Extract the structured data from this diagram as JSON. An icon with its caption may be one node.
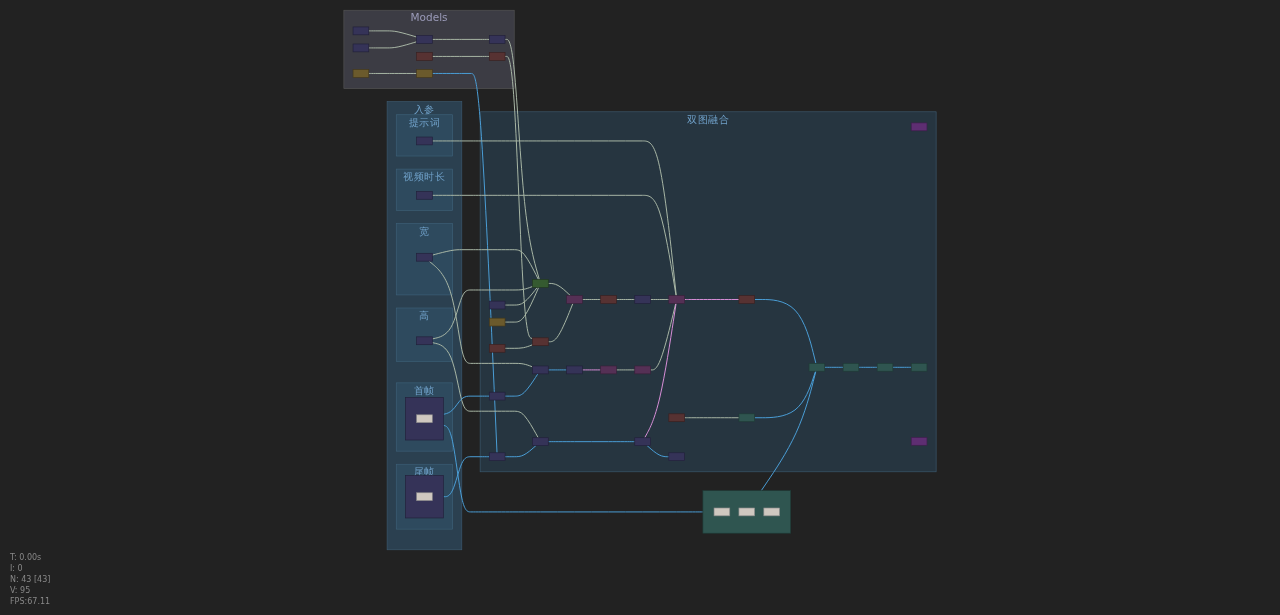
{
  "diagram": {
    "nodes": [
      {
        "text": [
          "Models"
        ]
      },
      {
        "text": [],
        "shape": "box",
        "in": 0
      },
      {
        "text": [],
        "shape": "box",
        "in": 0
      },
      {
        "text": [],
        "shape": "box",
        "in": 0
      },
      {
        "text": [],
        "shape": "box",
        "in": 0
      },
      {
        "text": [],
        "shape": "box",
        "in": 0
      },
      {
        "text": [],
        "shape": "box",
        "in": 0
      },
      {
        "text": [],
        "shape": "box",
        "in": 0
      },
      {
        "text": [],
        "shape": "box",
        "in": 0
      },
      {
        "text": [
          "入参"
        ]
      },
      {
        "text": [
          "首帧"
        ],
        "in": 9
      },
      {
        "text": [],
        "shape": "box",
        "in": 10
      },
      {
        "text": [],
        "shape": "box",
        "in": 11
      },
      {
        "text": [
          "尾帧"
        ],
        "in": 9
      },
      {
        "text": [],
        "shape": "box",
        "in": 13
      },
      {
        "text": [],
        "shape": "box",
        "in": 14
      },
      {
        "text": [
          "宽"
        ],
        "in": 9
      },
      {
        "text": [],
        "shape": "box",
        "in": 16
      },
      {
        "text": [
          "高"
        ],
        "in": 9
      },
      {
        "text": [],
        "shape": "box",
        "in": 18
      },
      {
        "text": [
          "提示词"
        ],
        "in": 9
      },
      {
        "text": [],
        "shape": "box",
        "in": 20
      },
      {
        "text": [
          "视频时长"
        ],
        "in": 9
      },
      {
        "text": [],
        "shape": "box",
        "in": 22
      },
      {
        "text": [],
        "shape": "box"
      },
      {
        "text": [],
        "shape": "box",
        "in": 24
      },
      {
        "text": [],
        "shape": "box",
        "in": 24
      },
      {
        "text": [],
        "shape": "box",
        "in": 24
      },
      {
        "text": [
          "双图融合"
        ]
      },
      {
        "text": [],
        "shape": "box",
        "in": 28
      },
      {
        "text": [],
        "shape": "box",
        "in": 28
      },
      {
        "text": [],
        "shape": "box",
        "in": 28
      },
      {
        "text": [],
        "shape": "box",
        "in": 28
      },
      {
        "text": [],
        "shape": "box",
        "in": 28
      },
      {
        "text": [],
        "shape": "box",
        "in": 28
      },
      {
        "text": [],
        "shape": "box",
        "in": 28
      },
      {
        "text": [],
        "shape": "box",
        "in": 28
      },
      {
        "text": [],
        "shape": "box",
        "in": 28
      },
      {
        "text": [],
        "shape": "box",
        "in": 28
      },
      {
        "text": [],
        "shape": "box",
        "in": 28
      },
      {
        "text": [],
        "shape": "box",
        "in": 28
      },
      {
        "text": [],
        "shape": "box",
        "in": 28
      },
      {
        "text": [],
        "shape": "box",
        "in": 28
      },
      {
        "text": [],
        "shape": "box",
        "in": 28
      },
      {
        "text": [],
        "shape": "box",
        "in": 28
      },
      {
        "text": [],
        "shape": "box",
        "in": 28
      },
      {
        "text": [],
        "shape": "box",
        "in": 28
      },
      {
        "text": [],
        "shape": "box",
        "in": 28
      },
      {
        "text": [],
        "shape": "box",
        "in": 28
      },
      {
        "text": [],
        "shape": "box",
        "in": 28
      },
      {
        "text": [],
        "shape": "box",
        "in": 28
      },
      {
        "text": [],
        "shape": "box",
        "in": 28
      },
      {
        "text": [],
        "shape": "box",
        "in": 28
      },
      {
        "text": [],
        "shape": "box",
        "in": 28
      },
      {
        "text": [],
        "shape": "box",
        "in": 28
      },
      {
        "text": [],
        "shape": "box",
        "in": 28
      }
    ],
    "edges": [
      {
        "from": 1,
        "to": 3,
        "arrow": "none"
      },
      {
        "from": 2,
        "to": 3,
        "arrow": "none"
      },
      {
        "from": 3,
        "to": 4,
        "arrow": "none"
      },
      {
        "from": 5,
        "to": 6,
        "arrow": "none"
      },
      {
        "from": 7,
        "to": 8,
        "arrow": "none"
      },
      {
        "from": 4,
        "to": 30,
        "arrow": "none"
      },
      {
        "from": 6,
        "to": 39,
        "arrow": "none"
      },
      {
        "from": 8,
        "to": 52,
        "arrow": "none",
        "color": "#4a9fd8"
      },
      {
        "from": 11,
        "to": 24,
        "arrow": "none",
        "color": "#4a9fd8"
      },
      {
        "from": 11,
        "to": 46,
        "arrow": "none",
        "color": "#4a9fd8"
      },
      {
        "from": 14,
        "to": 52,
        "arrow": "none",
        "color": "#4a9fd8"
      },
      {
        "from": 17,
        "to": 30,
        "arrow": "none"
      },
      {
        "from": 19,
        "to": 30,
        "arrow": "none"
      },
      {
        "from": 17,
        "to": 47,
        "arrow": "none"
      },
      {
        "from": 19,
        "to": 53,
        "arrow": "none"
      },
      {
        "from": 21,
        "to": 34,
        "arrow": "none"
      },
      {
        "from": 23,
        "to": 34,
        "arrow": "none"
      },
      {
        "from": 29,
        "to": 30,
        "arrow": "none"
      },
      {
        "from": 38,
        "to": 30,
        "arrow": "none"
      },
      {
        "from": 30,
        "to": 31,
        "arrow": "none"
      },
      {
        "from": 31,
        "to": 32,
        "arrow": "none"
      },
      {
        "from": 39,
        "to": 31,
        "arrow": "none"
      },
      {
        "from": 43,
        "to": 39,
        "arrow": "none"
      },
      {
        "from": 32,
        "to": 33,
        "arrow": "none"
      },
      {
        "from": 33,
        "to": 34,
        "arrow": "none"
      },
      {
        "from": 40,
        "to": 34,
        "arrow": "none"
      },
      {
        "from": 44,
        "to": 40,
        "arrow": "none"
      },
      {
        "from": 34,
        "to": 41,
        "arrow": "none",
        "color": "#d98fd9"
      },
      {
        "from": 41,
        "to": 37,
        "arrow": "none",
        "color": "#4a9fd8"
      },
      {
        "from": 35,
        "to": 36,
        "arrow": "none"
      },
      {
        "from": 36,
        "to": 37,
        "arrow": "none",
        "color": "#4a9fd8"
      },
      {
        "from": 37,
        "to": 42,
        "arrow": "none",
        "color": "#4a9fd8"
      },
      {
        "from": 42,
        "to": 45,
        "arrow": "none",
        "color": "#4a9fd8"
      },
      {
        "from": 45,
        "to": 50,
        "arrow": "none",
        "color": "#4a9fd8"
      },
      {
        "from": 46,
        "to": 47,
        "arrow": "none",
        "color": "#4a9fd8"
      },
      {
        "from": 47,
        "to": 48,
        "arrow": "none",
        "color": "#4a9fd8"
      },
      {
        "from": 48,
        "to": 44,
        "arrow": "none",
        "color": "#d98fd9"
      },
      {
        "from": 52,
        "to": 53,
        "arrow": "none",
        "color": "#4a9fd8"
      },
      {
        "from": 53,
        "to": 54,
        "arrow": "none",
        "color": "#4a9fd8"
      },
      {
        "from": 54,
        "to": 34,
        "arrow": "none",
        "color": "#d98fd9"
      },
      {
        "from": 54,
        "to": 55,
        "arrow": "none",
        "color": "#4a9fd8"
      },
      {
        "from": 24,
        "to": 37,
        "arrow": "none",
        "color": "#4a9fd8"
      }
    ],
    "labels": [
      "T: 0.00s",
      "I: 0",
      "N: 43 [43]",
      "V: 95",
      "FPS:67.11"
    ]
  }
}
